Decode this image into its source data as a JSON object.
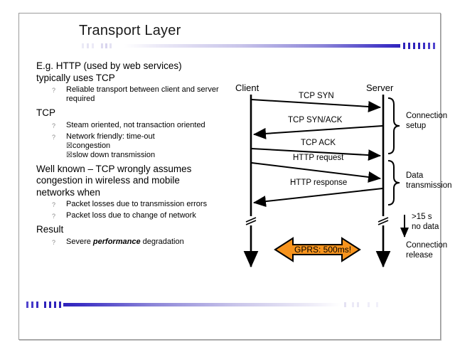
{
  "slide": {
    "title": "Transport Layer",
    "accent_color": "#2f23bb",
    "arrow_fill": "#f7941e",
    "arrow_stroke": "#000000"
  },
  "content": [
    {
      "level": 1,
      "text": "E.g. HTTP (used by web services)"
    },
    {
      "level": 1,
      "text": "typically uses TCP"
    },
    {
      "level": 2,
      "text": "Reliable transport between client and server required"
    },
    {
      "level": 1,
      "text": "TCP"
    },
    {
      "level": 2,
      "text": "Steam oriented, not transaction oriented"
    },
    {
      "level": 2,
      "text": "Network friendly: time-out"
    },
    {
      "level": 3,
      "text": "congestion"
    },
    {
      "level": 3,
      "text": "slow down transmission"
    },
    {
      "level": 1,
      "text": "Well known – TCP wrongly assumes"
    },
    {
      "level": 1,
      "text": "congestion in wireless and mobile"
    },
    {
      "level": 1,
      "text": "networks when"
    },
    {
      "level": 2,
      "text": "Packet losses due to transmission errors"
    },
    {
      "level": 2,
      "text": "Packet loss due to change of network"
    },
    {
      "level": 1,
      "text": "Result"
    },
    {
      "level": 2,
      "text": "Severe performance degradation",
      "rich": true
    }
  ],
  "bullets": {
    "level2_marker": "?",
    "level3_marker": "☒"
  },
  "diagram": {
    "actors": {
      "client": "Client",
      "server": "Server"
    },
    "messages": [
      {
        "label": "TCP SYN",
        "direction": "right"
      },
      {
        "label": "TCP SYN/ACK",
        "direction": "left"
      },
      {
        "label": "TCP ACK",
        "direction": "right"
      },
      {
        "label": "HTTP request",
        "direction": "right"
      },
      {
        "label": "HTTP response",
        "direction": "left"
      }
    ],
    "braces": [
      {
        "label_line1": "Connection",
        "label_line2": "setup"
      },
      {
        "label_line1": "Data",
        "label_line2": "transmission"
      }
    ],
    "timeout": {
      "line1": ">15 s",
      "line2": "no data"
    },
    "release": {
      "line1": "Connection",
      "line2": "release"
    },
    "highlight": {
      "label": "GPRS: 500ms!"
    }
  }
}
